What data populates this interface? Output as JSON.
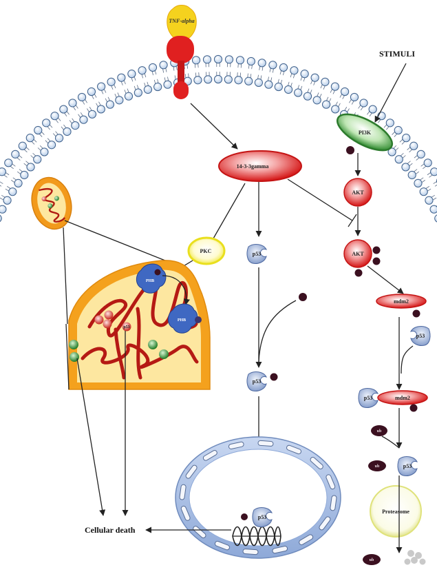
{
  "labels": {
    "tnf_alpha": "TNF-alpha",
    "stimuli": "STIMULI",
    "pi3k": "PI3K",
    "gamma_1433": "14-3-3gamma",
    "akt_1": "AKT",
    "akt_2": "AKT",
    "pkc": "PKC",
    "p53_mid": "p53",
    "p53_lower": "p53",
    "p53_nucleus": "p53",
    "p53_right_1": "p53",
    "p53_right_2": "p53",
    "p53_right_3": "p53",
    "mdm2_1": "mdm2",
    "mdm2_2": "mdm2",
    "phb_1": "PHB",
    "phb_2": "PHB",
    "ub_1": "ub",
    "ub_2": "ub",
    "ub_3": "ub",
    "proteasome": "Proteasome",
    "cellular_death": "Cellular death",
    "mito_p53": "p53"
  },
  "colors": {
    "membrane_head": "#c9dcf2",
    "membrane_edge": "#3d5f8a",
    "red_receptor": "#e02020",
    "gamma_outer": "#d81818",
    "akt_red": "#e21a1a",
    "pkc_yellow": "#f3ee2a",
    "pi3k_green": "#3a9d3a",
    "mito_orange": "#f29a1c",
    "mito_cristae": "#b01a12",
    "mito_inner": "#fde7a0",
    "phosphate": "#3b1020",
    "nucleus_blue": "#9ab3de",
    "protein_blue": "#a9bfe6"
  }
}
